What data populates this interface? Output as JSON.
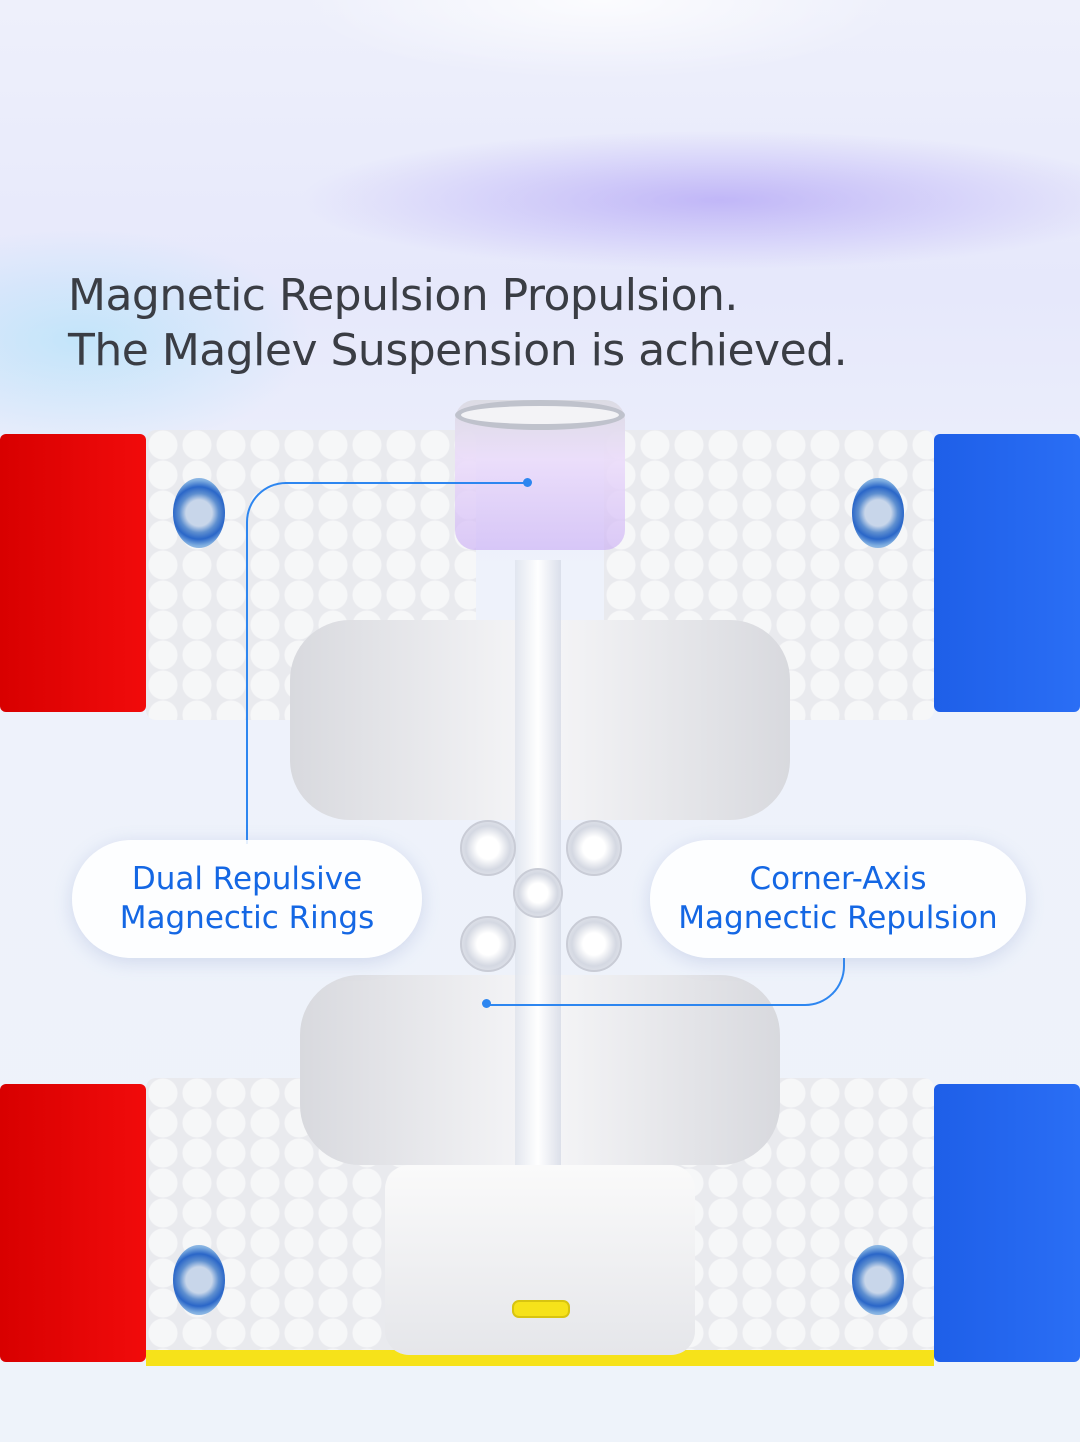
{
  "headline": {
    "line1": "Magnetic Repulsion Propulsion.",
    "line2": "The Maglev Suspension is achieved."
  },
  "callouts": [
    {
      "line1": "Dual Repulsive",
      "line2": "Magnectic Rings"
    },
    {
      "line1": "Corner-Axis",
      "line2": "Magnectic Repulsion"
    }
  ],
  "colors": {
    "accent": "#1467e4",
    "red": "#e00404",
    "blue": "#2466ee",
    "yellow": "#f6e21a"
  }
}
